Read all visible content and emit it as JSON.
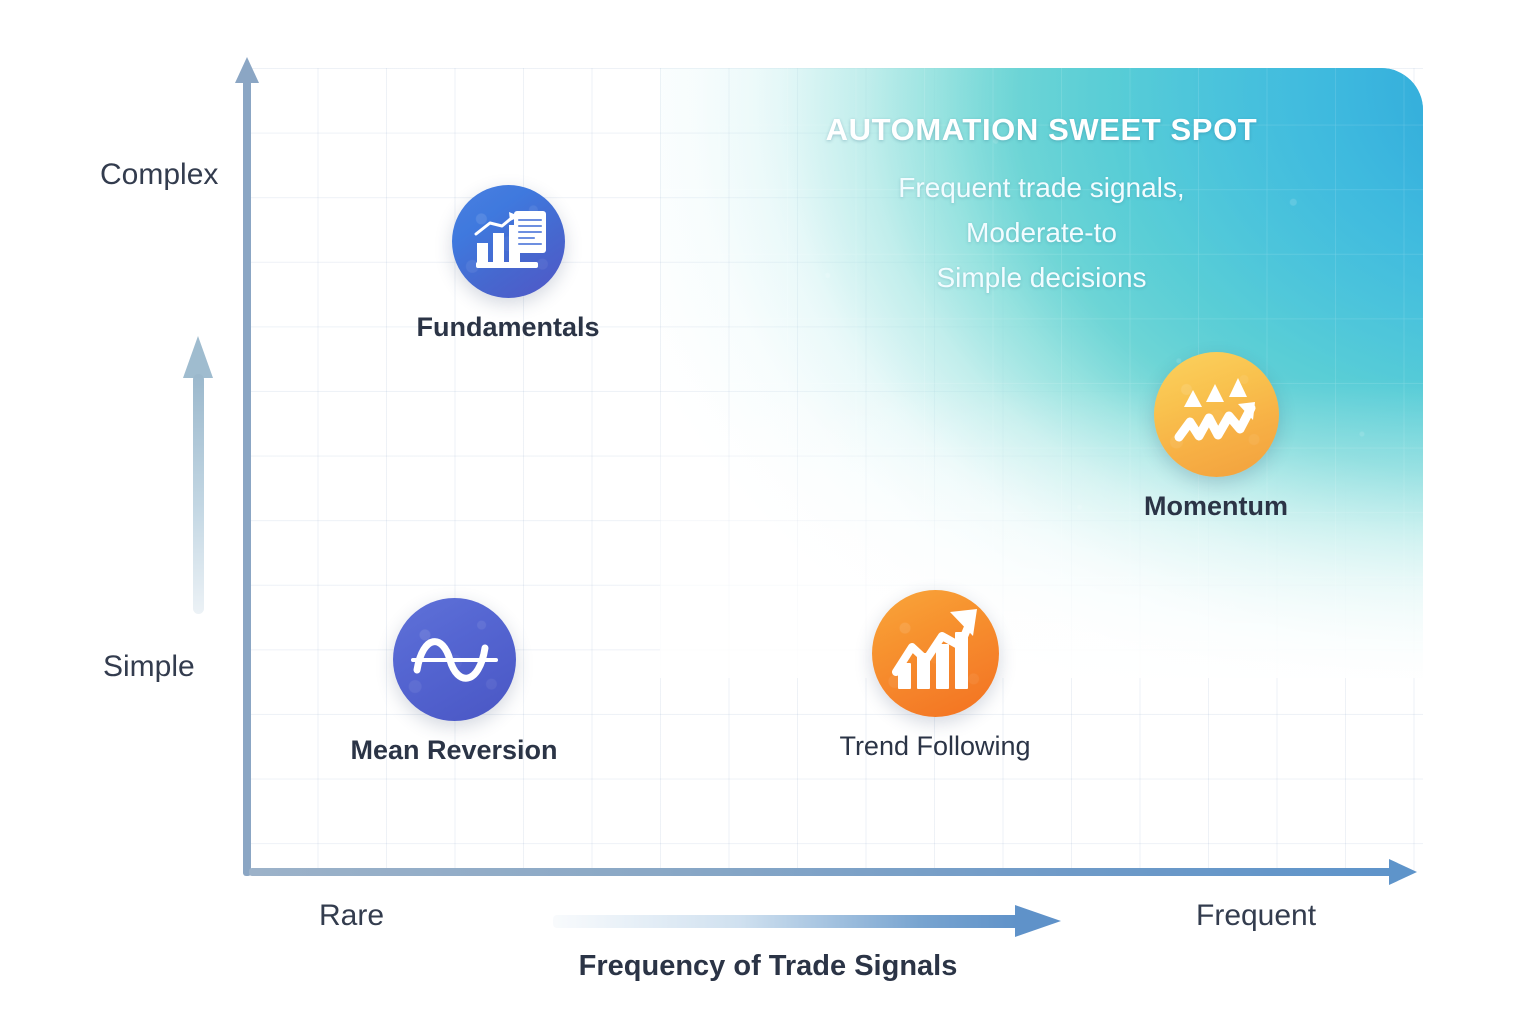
{
  "chart_data": {
    "type": "scatter",
    "title": "Frequency of Trade Signals",
    "xlabel": "Frequency of Trade Signals",
    "ylabel": "",
    "x_axis": {
      "low_label": "Rare",
      "high_label": "Frequent",
      "direction_arrow": "right"
    },
    "y_axis": {
      "low_label": "Simple",
      "high_label": "Complex",
      "direction_arrow": "up"
    },
    "grid": true,
    "points": [
      {
        "name": "Fundamentals",
        "x": "Rare",
        "y": "Complex",
        "x_frac": 0.19,
        "y_frac": 0.81,
        "color": "#4668cf",
        "icon": "bar-chart-document-icon"
      },
      {
        "name": "Momentum",
        "x": "Frequent",
        "y": "Moderate",
        "x_frac": 0.83,
        "y_frac": 0.53,
        "color": "#f7b045",
        "icon": "zigzag-arrow-triangles-icon"
      },
      {
        "name": "Mean Reversion",
        "x": "Rare",
        "y": "Simple",
        "x_frac": 0.17,
        "y_frac": 0.25,
        "color": "#4f5ecb",
        "icon": "sine-wave-icon"
      },
      {
        "name": "Trend Following",
        "x": "Moderate",
        "y": "Simple",
        "x_frac": 0.58,
        "y_frac": 0.26,
        "color": "#f5822a",
        "icon": "rising-bars-arrow-icon"
      }
    ],
    "regions": [
      {
        "name": "Automation Sweet Spot",
        "title": "AUTOMATION SWEET SPOT",
        "description": "Frequent trade signals,\nModerate-to\nSimple decisions",
        "color_start": "#2ea8e0",
        "color_end": "#6bd4d2"
      }
    ]
  },
  "sweet_spot": {
    "title": "AUTOMATION SWEET SPOT",
    "line1": "Frequent trade signals,",
    "line2": "Moderate-to",
    "line3": "Simple decisions"
  },
  "axes": {
    "y_top": "Complex",
    "y_bottom": "Simple",
    "x_left": "Rare",
    "x_right": "Frequent",
    "x_title": "Frequency of Trade Signals"
  },
  "nodes": {
    "fundamentals": "Fundamentals",
    "momentum": "Momentum",
    "mean_reversion": "Mean Reversion",
    "trend_following": "Trend Following"
  },
  "colors": {
    "axis": "#8ba6c4",
    "text": "#2b3446",
    "sweet_spot_teal": "#4fc3d6",
    "sweet_spot_blue": "#2ea8e0",
    "fundamentals": "#4668cf",
    "momentum": "#f7b045",
    "mean_reversion": "#4f5ecb",
    "trend_following": "#f5822a"
  }
}
